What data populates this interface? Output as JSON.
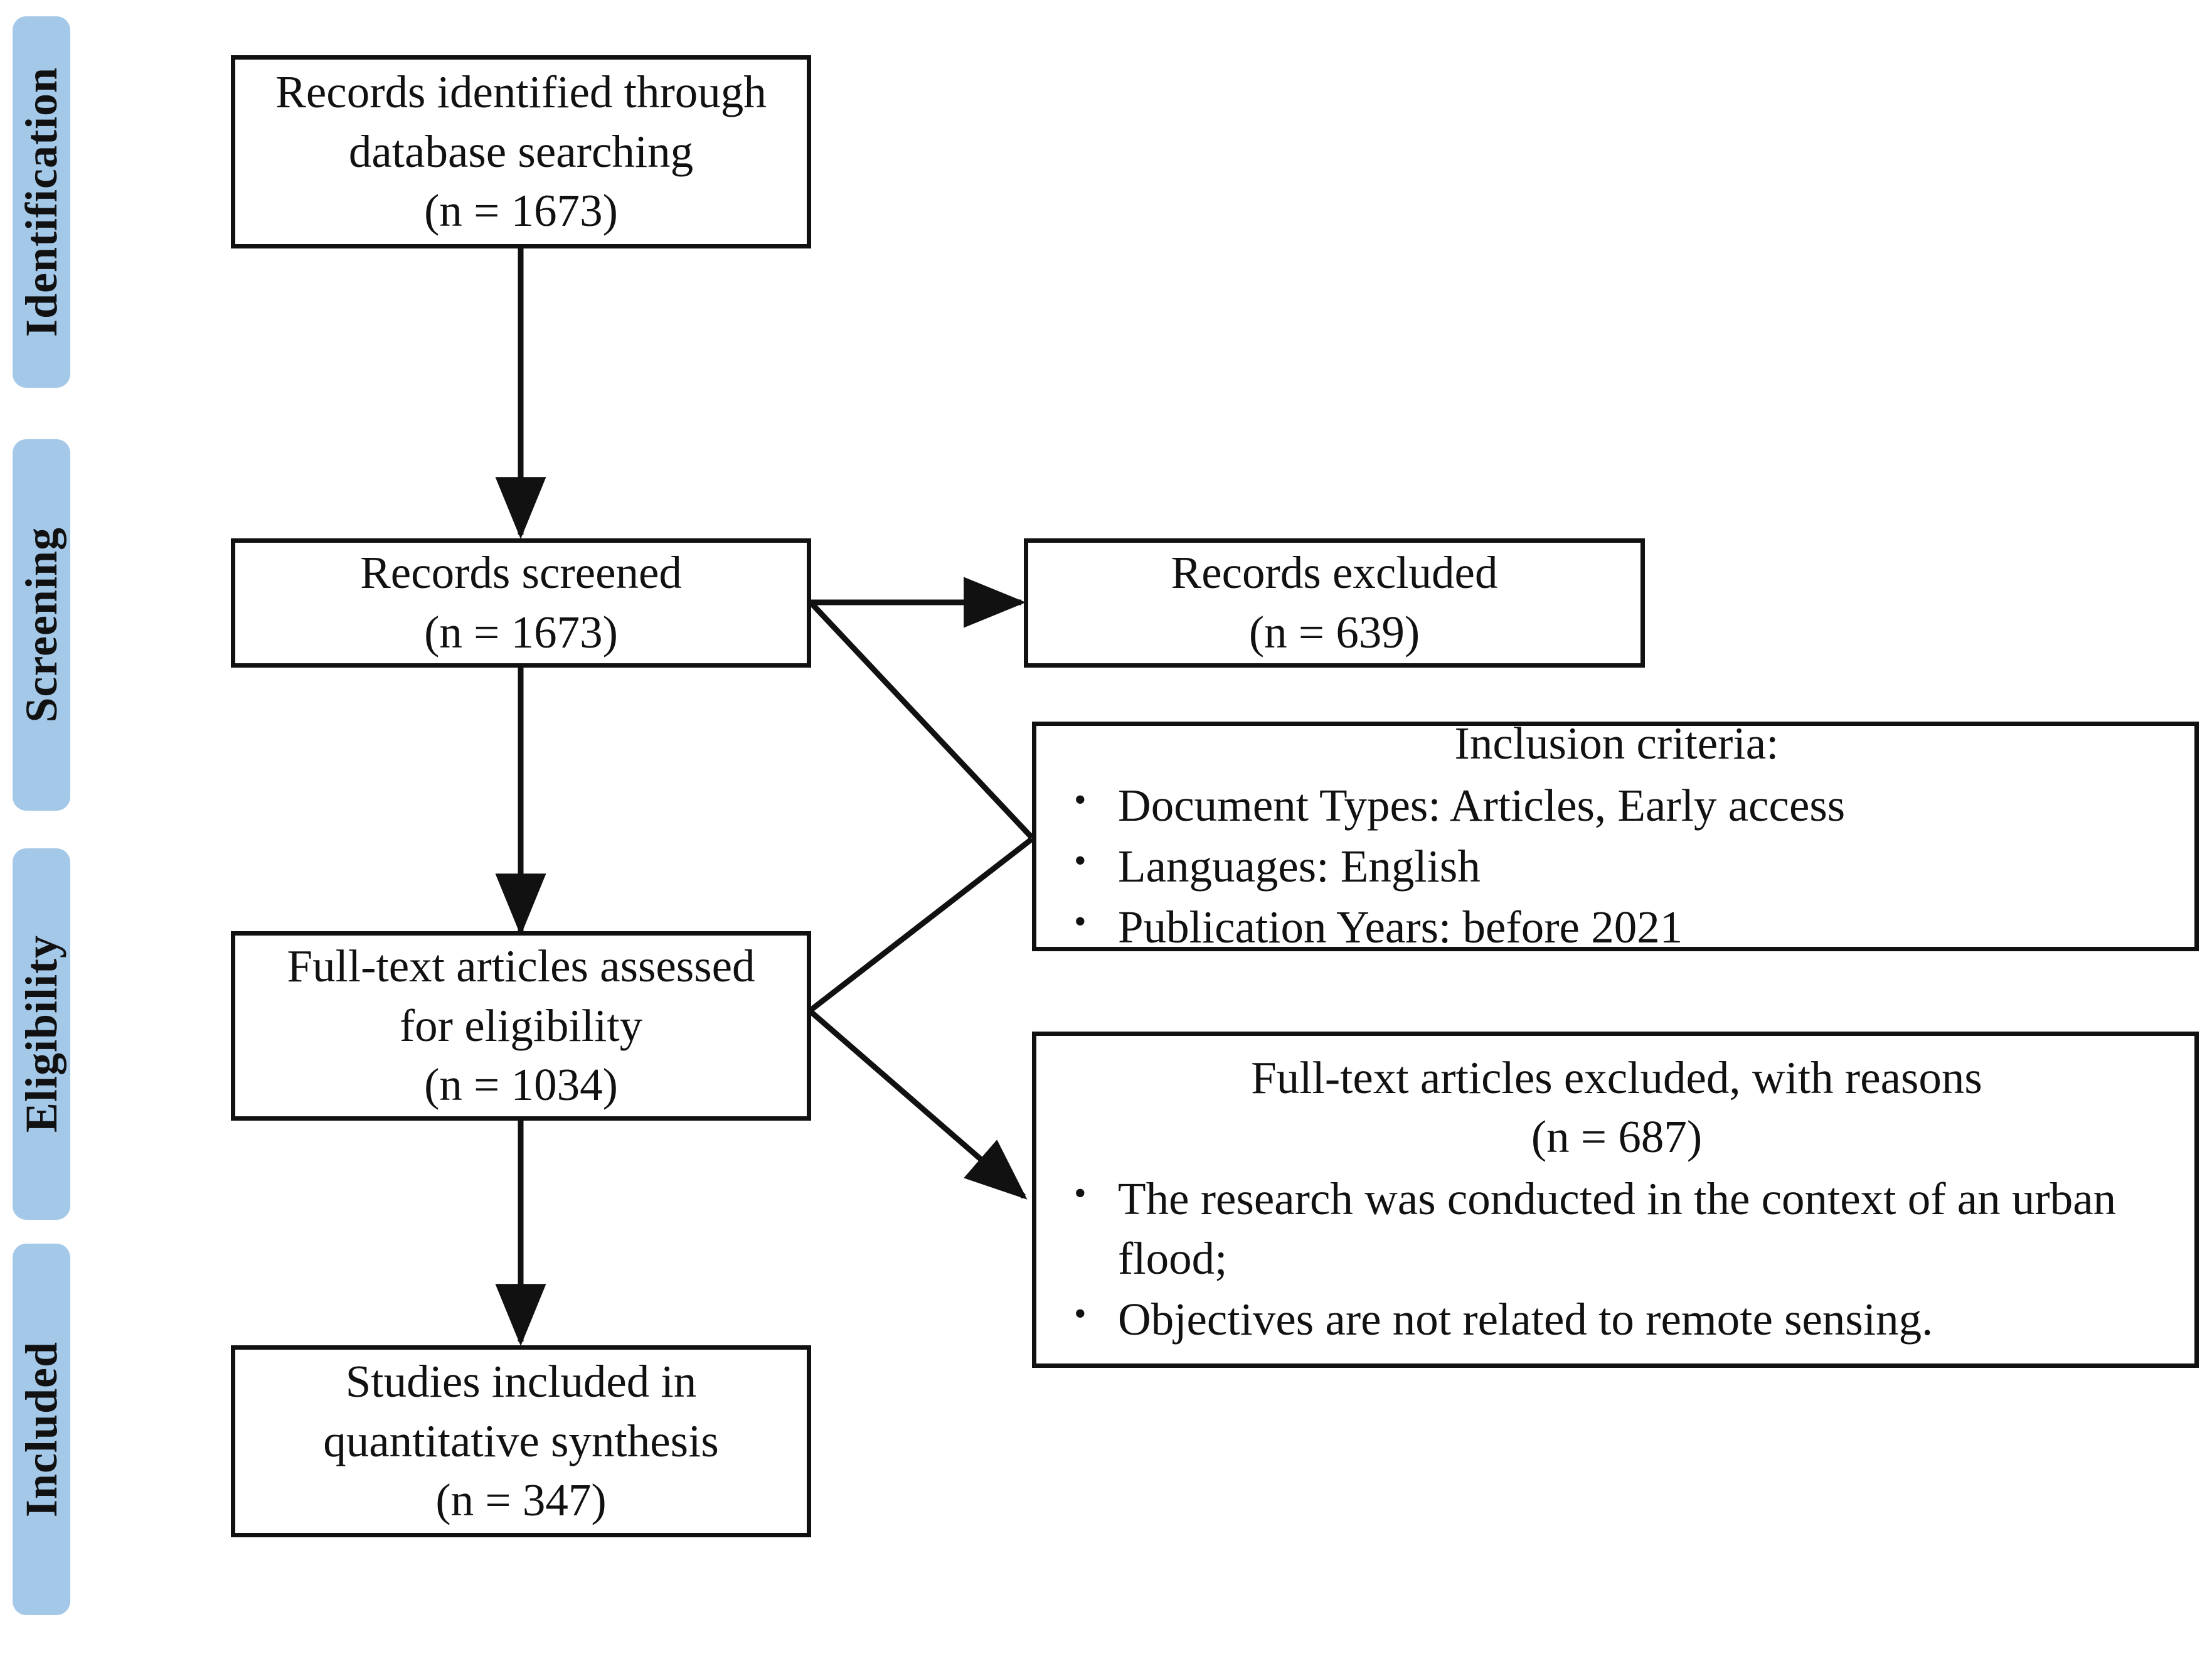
{
  "diagram": {
    "title": "PRISMA flow diagram",
    "accent_color": "#a4c8e8",
    "line_color": "#111111",
    "box_fill": "#ffffff"
  },
  "stages": [
    {
      "id": "identification",
      "label": "Identification"
    },
    {
      "id": "screening",
      "label": "Screening"
    },
    {
      "id": "eligibility",
      "label": "Eligibility"
    },
    {
      "id": "included",
      "label": "Included"
    }
  ],
  "boxes": {
    "records_identified": {
      "lines": [
        "Records identified through",
        "database searching",
        "(n = 1673)"
      ]
    },
    "records_screened": {
      "lines": [
        "Records screened",
        "(n = 1673)"
      ]
    },
    "records_excluded": {
      "lines": [
        "Records excluded",
        "(n = 639)"
      ]
    },
    "inclusion_criteria": {
      "title": "Inclusion criteria:",
      "bullets": [
        "Document Types: Articles, Early access",
        "Languages: English",
        "Publication Years: before 2021"
      ]
    },
    "fulltext_assessed": {
      "lines": [
        "Full-text articles assessed",
        "for eligibility",
        "(n = 1034)"
      ]
    },
    "fulltext_excluded": {
      "title_lines": [
        "Full-text articles excluded, with reasons",
        "(n = 687)"
      ],
      "bullets": [
        "The research was conducted in the context of an urban flood;",
        "Objectives are not related to remote sensing."
      ]
    },
    "studies_included": {
      "lines": [
        "Studies included in",
        "quantitative synthesis",
        "(n = 347)"
      ]
    }
  },
  "counts": {
    "identified": 1673,
    "screened": 1673,
    "excluded_records": 639,
    "assessed": 1034,
    "excluded_fulltext": 687,
    "included": 347
  }
}
